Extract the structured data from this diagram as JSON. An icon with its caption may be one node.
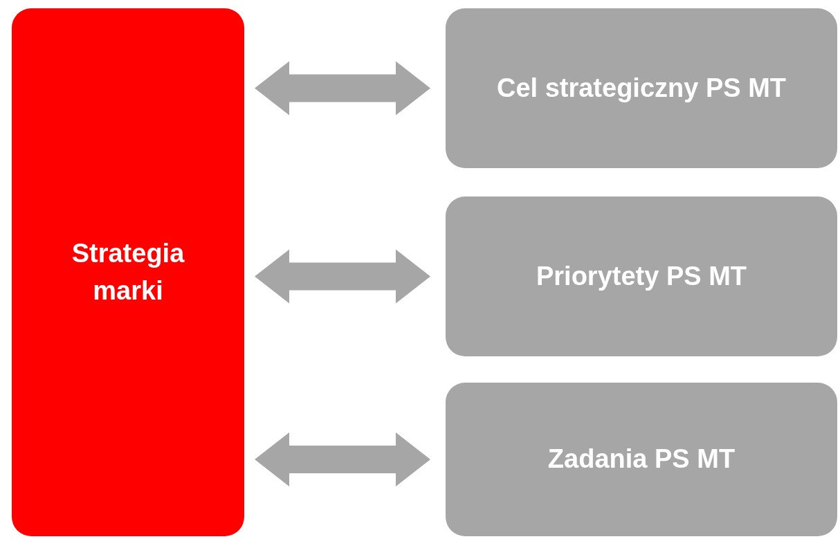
{
  "diagram": {
    "nodes": [
      {
        "text": [
          "Strategia marki"
        ]
      },
      {
        "text": [
          "Cel strategiczny PS MT"
        ]
      },
      {
        "text": [
          "Priorytety PS MT"
        ]
      },
      {
        "text": [
          "Zadania PS MT"
        ]
      }
    ],
    "edges": [
      {
        "from": 0,
        "to": 1,
        "arrow": "both"
      },
      {
        "from": 0,
        "to": 2,
        "arrow": "both"
      },
      {
        "from": 0,
        "to": 3,
        "arrow": "both"
      }
    ]
  }
}
